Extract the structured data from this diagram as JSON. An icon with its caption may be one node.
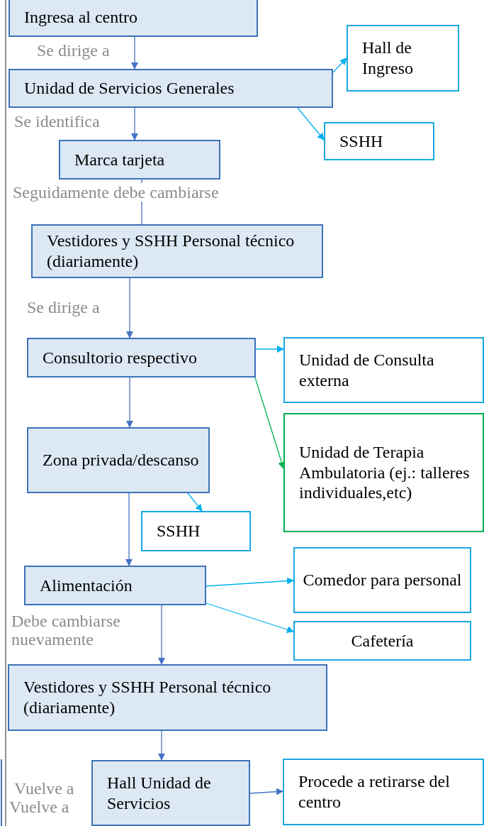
{
  "diagram": {
    "nodes": [
      {
        "text": [
          "Ingresa al centro"
        ]
      },
      {
        "text": [
          "Hall de Ingreso"
        ]
      },
      {
        "text": [
          "Unidad de Servicios Generales"
        ]
      },
      {
        "text": [
          "SSHH"
        ]
      },
      {
        "text": [
          "Marca tarjeta"
        ]
      },
      {
        "text": [
          "Vestidores y SSHH Personal técnico (diariamente)"
        ]
      },
      {
        "text": [
          "Consultorio respectivo"
        ]
      },
      {
        "text": [
          "Unidad de Consulta externa"
        ]
      },
      {
        "text": [
          "Unidad de Terapia Ambulatoria (ej.: talleres individuales,etc)"
        ]
      },
      {
        "text": [
          "Zona privada/descanso"
        ]
      },
      {
        "text": [
          "SSHH"
        ]
      },
      {
        "text": [
          "Alimentación"
        ]
      },
      {
        "text": [
          "Comedor para personal"
        ]
      },
      {
        "text": [
          "Cafetería"
        ]
      },
      {
        "text": [
          "Vestidores y SSHH Personal técnico (diariamente)"
        ]
      },
      {
        "text": [
          "Hall Unidad de Servicios"
        ]
      },
      {
        "text": [
          "Procede a retirarse del centro"
        ]
      }
    ],
    "edges": [
      {
        "from": 0,
        "to": 2,
        "arrow": "to",
        "label": "Se dirige a"
      },
      {
        "from": 2,
        "to": 1,
        "arrow": "to",
        "color": "#00b0f0"
      },
      {
        "from": 2,
        "to": 3,
        "arrow": "to",
        "color": "#00b0f0"
      },
      {
        "from": 2,
        "to": 4,
        "arrow": "to",
        "label": "Se identifica"
      },
      {
        "from": 4,
        "to": 5,
        "arrow": "none",
        "label": "Seguidamente debe cambiarse"
      },
      {
        "from": 5,
        "to": 6,
        "arrow": "to",
        "label": "Se dirige a"
      },
      {
        "from": 6,
        "to": 7,
        "arrow": "to",
        "color": "#00b0f0"
      },
      {
        "from": 6,
        "to": 8,
        "arrow": "to",
        "color": "#00b050"
      },
      {
        "from": 6,
        "to": 9,
        "arrow": "to"
      },
      {
        "from": 9,
        "to": 10,
        "arrow": "to",
        "color": "#00b0f0"
      },
      {
        "from": 9,
        "to": 11,
        "arrow": "to"
      },
      {
        "from": 11,
        "to": 12,
        "arrow": "to",
        "color": "#00b0f0"
      },
      {
        "from": 11,
        "to": 13,
        "arrow": "to",
        "color": "#00b0f0"
      },
      {
        "from": 11,
        "to": 14,
        "arrow": "to",
        "label": "Debe cambiarse nuevamente"
      },
      {
        "from": 14,
        "to": 15,
        "arrow": "to"
      },
      {
        "from": 15,
        "to": 16,
        "arrow": "to"
      }
    ],
    "labels": [
      "Vuelve a",
      "Vuelve a"
    ]
  }
}
